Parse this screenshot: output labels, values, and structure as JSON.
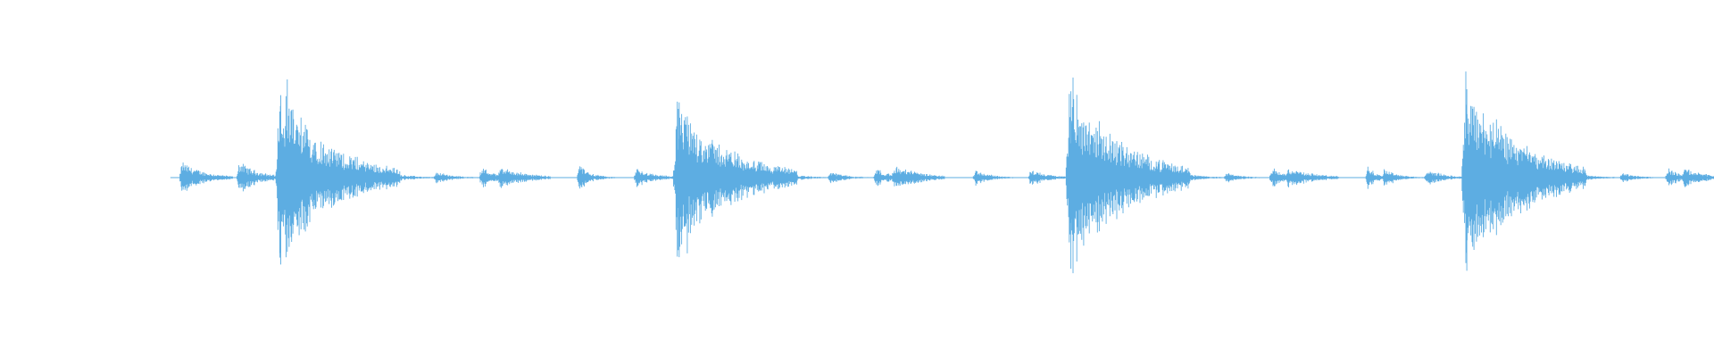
{
  "colors": {
    "background": "#ffffff",
    "waveform": "#5dade2"
  },
  "chart_data": {
    "type": "waveform",
    "title": "",
    "xlabel": "",
    "ylabel": "",
    "amplitude_range": [
      -1,
      1
    ],
    "grid": false,
    "axes_visible": false,
    "events": [
      {
        "onset": 0.058,
        "peak": 0.16,
        "decay": 0.013,
        "kind": "tap"
      },
      {
        "onset": 0.093,
        "peak": 0.16,
        "decay": 0.012,
        "kind": "tap"
      },
      {
        "onset": 0.117,
        "peak": 0.84,
        "decay": 0.032,
        "kind": "hit"
      },
      {
        "onset": 0.181,
        "peak": 0.08,
        "decay": 0.012,
        "kind": "tick"
      },
      {
        "onset": 0.214,
        "peak": 0.06,
        "decay": 0.01,
        "kind": "tick"
      },
      {
        "onset": 0.242,
        "peak": 0.11,
        "decay": 0.008,
        "kind": "tick"
      },
      {
        "onset": 0.253,
        "peak": 0.11,
        "decay": 0.016,
        "kind": "tick"
      },
      {
        "onset": 0.302,
        "peak": 0.13,
        "decay": 0.007,
        "kind": "tap"
      },
      {
        "onset": 0.337,
        "peak": 0.09,
        "decay": 0.012,
        "kind": "tick"
      },
      {
        "onset": 0.361,
        "peak": 0.7,
        "decay": 0.034,
        "kind": "hit"
      },
      {
        "onset": 0.422,
        "peak": 0.08,
        "decay": 0.012,
        "kind": "tick"
      },
      {
        "onset": 0.456,
        "peak": 0.06,
        "decay": 0.01,
        "kind": "tick"
      },
      {
        "onset": 0.484,
        "peak": 0.1,
        "decay": 0.008,
        "kind": "tick"
      },
      {
        "onset": 0.495,
        "peak": 0.13,
        "decay": 0.016,
        "kind": "tick"
      },
      {
        "onset": 0.545,
        "peak": 0.08,
        "decay": 0.009,
        "kind": "tick"
      },
      {
        "onset": 0.579,
        "peak": 0.09,
        "decay": 0.01,
        "kind": "tick"
      },
      {
        "onset": 0.602,
        "peak": 0.88,
        "decay": 0.034,
        "kind": "hit"
      },
      {
        "onset": 0.666,
        "peak": 0.08,
        "decay": 0.012,
        "kind": "tick"
      },
      {
        "onset": 0.699,
        "peak": 0.05,
        "decay": 0.009,
        "kind": "tick"
      },
      {
        "onset": 0.727,
        "peak": 0.1,
        "decay": 0.008,
        "kind": "tick"
      },
      {
        "onset": 0.737,
        "peak": 0.1,
        "decay": 0.016,
        "kind": "tick"
      },
      {
        "onset": 0.786,
        "peak": 0.12,
        "decay": 0.006,
        "kind": "tap"
      },
      {
        "onset": 0.796,
        "peak": 0.1,
        "decay": 0.008,
        "kind": "tick"
      },
      {
        "onset": 0.822,
        "peak": 0.09,
        "decay": 0.01,
        "kind": "tick"
      },
      {
        "onset": 0.845,
        "peak": 0.9,
        "decay": 0.034,
        "kind": "hit"
      },
      {
        "onset": 0.908,
        "peak": 0.07,
        "decay": 0.012,
        "kind": "tick"
      },
      {
        "onset": 0.942,
        "peak": 0.05,
        "decay": 0.009,
        "kind": "tick"
      },
      {
        "onset": 0.97,
        "peak": 0.1,
        "decay": 0.008,
        "kind": "tick"
      },
      {
        "onset": 0.98,
        "peak": 0.1,
        "decay": 0.012,
        "kind": "tick"
      }
    ]
  }
}
